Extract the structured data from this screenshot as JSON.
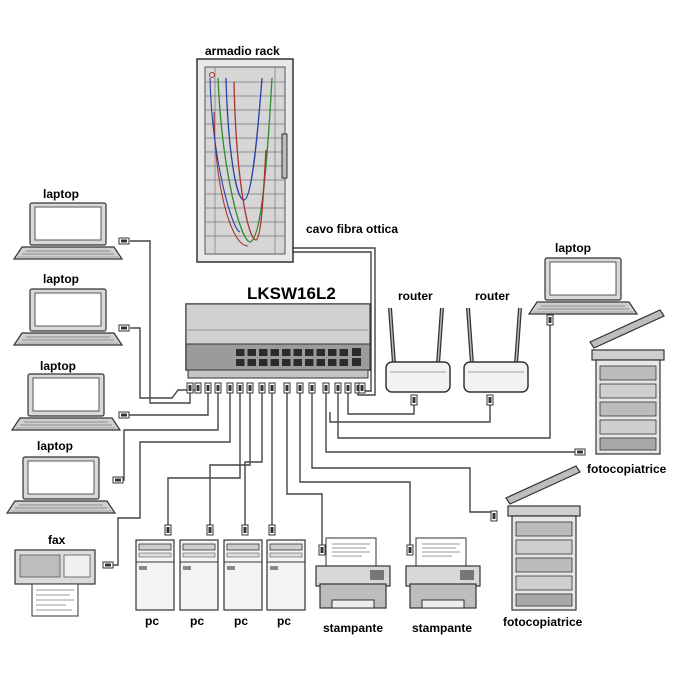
{
  "diagram": {
    "switch_label": "LKSW16L2",
    "rack_label": "armadio rack",
    "fiber_label": "cavo fibra ottica",
    "laptop_labels": [
      "laptop",
      "laptop",
      "laptop",
      "laptop",
      "laptop"
    ],
    "router_labels": [
      "router",
      "router"
    ],
    "fax_label": "fax",
    "pc_labels": [
      "pc",
      "pc",
      "pc",
      "pc"
    ],
    "printer_labels": [
      "stampante",
      "stampante"
    ],
    "copier_labels": [
      "fotocopiatrice",
      "fotocopiatrice"
    ]
  },
  "colors": {
    "cable": "#444444",
    "outline": "#333333",
    "device_fill": "#e4e4e4",
    "device_dark": "#9a9a9a",
    "rack_wire_green": "#2e8b2e",
    "rack_wire_blue": "#2b3fa8",
    "rack_wire_red": "#a83232"
  }
}
